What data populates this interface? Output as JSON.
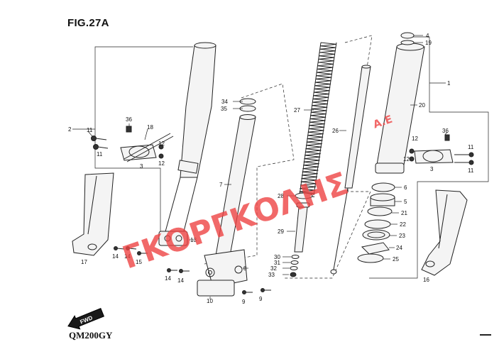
{
  "figure_title": "FIG.27A",
  "model_code": "QM200GY",
  "watermark_main": "ΓΚΟΡΓΚΟΛΗΣ",
  "watermark_suffix": "Α.Ε",
  "fwd_label": "FWD",
  "watermark_color": "#e44444",
  "line_color": "#222222",
  "part_labels": [
    "1",
    "2",
    "3",
    "4",
    "5",
    "6",
    "7",
    "8",
    "9",
    "10",
    "11",
    "12",
    "13",
    "14",
    "15",
    "16",
    "17",
    "18",
    "19",
    "20",
    "21",
    "22",
    "23",
    "24",
    "25",
    "26",
    "27",
    "28",
    "29",
    "30",
    "31",
    "32",
    "33",
    "34",
    "35",
    "36"
  ],
  "callouts": {
    "c1": "1",
    "c2": "2",
    "c3a": "3",
    "c3b": "3",
    "c4": "4",
    "c5": "5",
    "c6": "6",
    "c7": "7",
    "c8": "8",
    "c9a": "9",
    "c9b": "9",
    "c10": "10",
    "c11a": "11",
    "c11b": "11",
    "c11c": "11",
    "c11d": "11",
    "c12a": "12",
    "c12b": "12",
    "c12c": "12",
    "c12d": "12",
    "c13": "13",
    "c14a": "14",
    "c14b": "14",
    "c14c": "14",
    "c14d": "14",
    "c15": "15",
    "c16": "16",
    "c17": "17",
    "c18": "18",
    "c19": "19",
    "c20": "20",
    "c21": "21",
    "c22": "22",
    "c23": "23",
    "c24": "24",
    "c25": "25",
    "c26": "26",
    "c27": "27",
    "c28": "28",
    "c29": "29",
    "c30": "30",
    "c31": "31",
    "c32": "32",
    "c33": "33",
    "c34": "34",
    "c35": "35",
    "c36a": "36",
    "c36b": "36"
  }
}
